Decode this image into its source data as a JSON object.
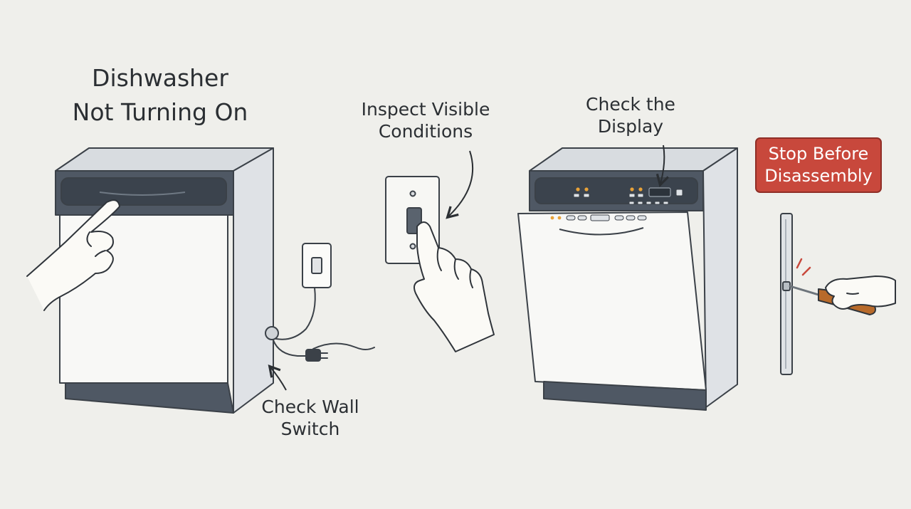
{
  "title": {
    "line1": "Dishwasher",
    "line2": "Not Turning On"
  },
  "steps": {
    "wall_switch": {
      "line1": "Check Wall",
      "line2": "Switch"
    },
    "inspect": {
      "line1": "Inspect Visible",
      "line2": "Conditions"
    },
    "display": {
      "line1": "Check the",
      "line2": "Display"
    },
    "stop": {
      "line1": "Stop Before",
      "line2": "Disassembly"
    }
  },
  "colors": {
    "background": "#efefeb",
    "outline": "#3b4148",
    "panel": "#4f5864",
    "appliance_body": "#e4e7ea",
    "door": "#f8f8f6",
    "warning": "#c8483c",
    "indicator": "#e8a238",
    "skin": "#fbfaf6"
  }
}
